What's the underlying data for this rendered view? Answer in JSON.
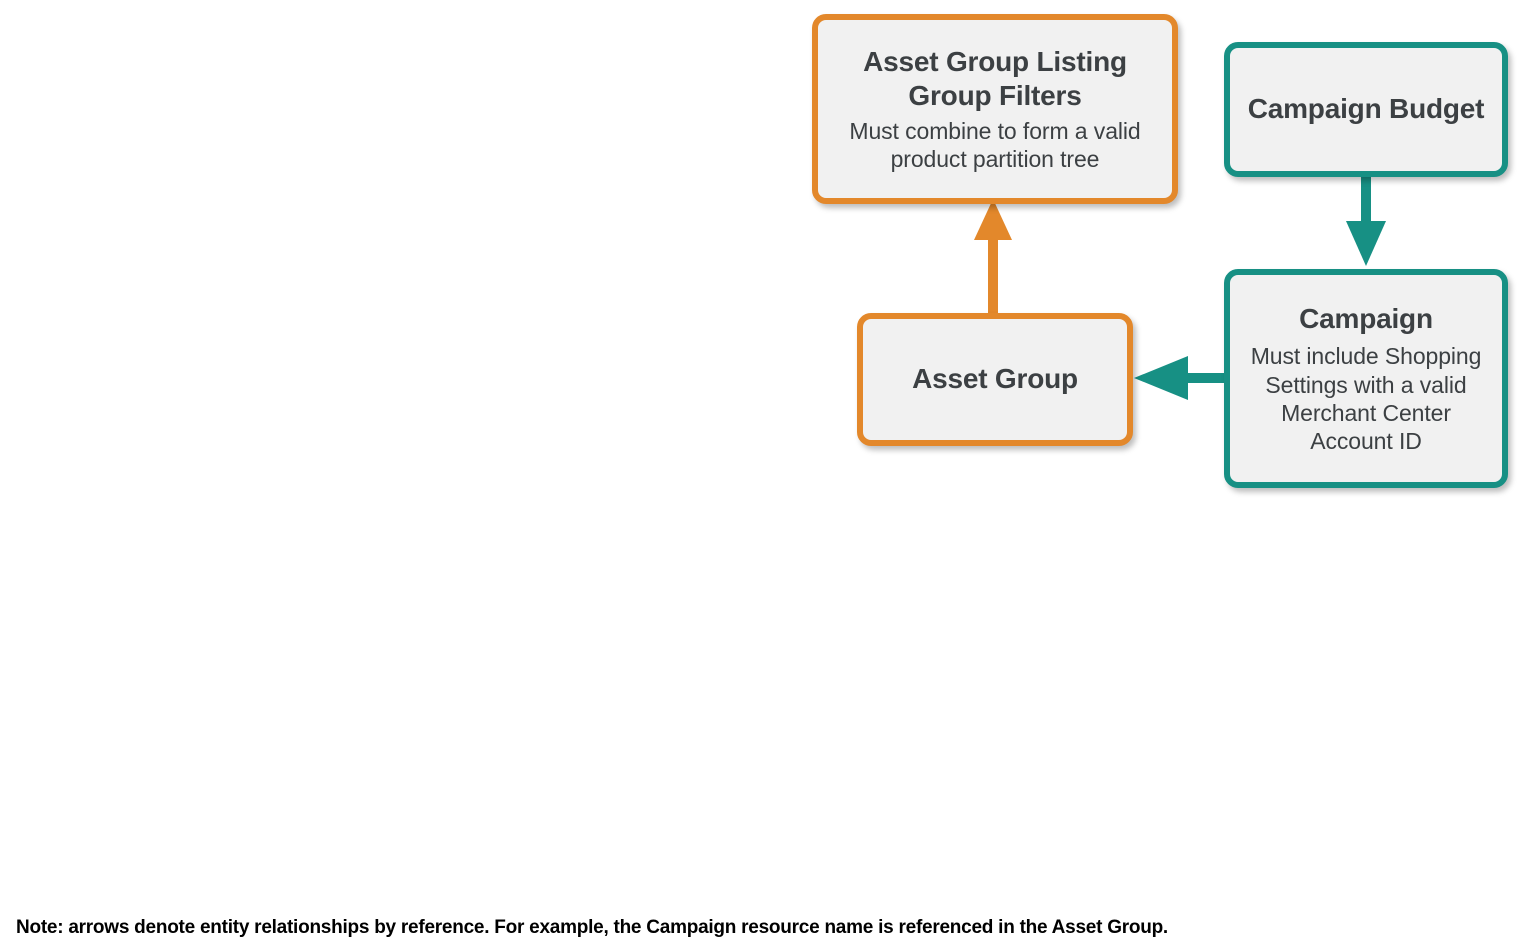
{
  "diagram": {
    "type": "entity-relationship-diagram",
    "colors": {
      "orange": "#e3882b",
      "teal": "#179084",
      "node_fill": "#f1f1f1",
      "text": "#3c4043",
      "footnote_text": "#000000",
      "background": "#ffffff"
    },
    "nodes": [
      {
        "id": "asset-group-listing-group-filters",
        "title": "Asset Group Listing Group Filters",
        "subtitle": "Must combine to form a valid product partition tree",
        "accent": "#e3882b"
      },
      {
        "id": "asset-group",
        "title": "Asset Group",
        "subtitle": "",
        "accent": "#e3882b"
      },
      {
        "id": "campaign-budget",
        "title": "Campaign Budget",
        "subtitle": "",
        "accent": "#179084"
      },
      {
        "id": "campaign",
        "title": "Campaign",
        "subtitle": "Must include Shopping Settings with a valid Merchant Center Account ID",
        "accent": "#179084"
      }
    ],
    "edges": [
      {
        "id": "asset-group-to-listing-group-filters",
        "from": "asset-group",
        "to": "asset-group-listing-group-filters",
        "direction": "up",
        "color": "#e3882b"
      },
      {
        "id": "campaign-budget-to-campaign",
        "from": "campaign-budget",
        "to": "campaign",
        "direction": "down",
        "color": "#179084"
      },
      {
        "id": "campaign-to-asset-group",
        "from": "campaign",
        "to": "asset-group",
        "direction": "left",
        "color": "#179084"
      }
    ],
    "footnote": "Note: arrows denote entity relationships by reference. For example, the Campaign resource name is referenced in the Asset Group."
  }
}
